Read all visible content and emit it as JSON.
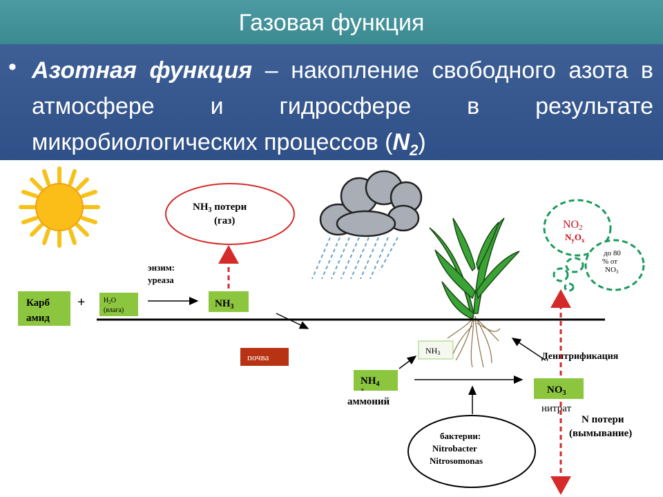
{
  "slide": {
    "title": "Газовая функция",
    "term": "Азотная функция",
    "definition": "– накопление свободного азота в атмосфере и гидросфере в результате микробиологических процессов (",
    "formula_main": "N",
    "formula_sub": "2",
    "formula_close": ")"
  },
  "diagram": {
    "karbamid_line1": "Карб",
    "karbamid_line2": "амид",
    "plus": "+",
    "h2o_main": "H",
    "h2o_sub": "2",
    "h2o_end": "O",
    "vlaga": "(влага)",
    "enzyme_line1": "энзим:",
    "enzyme_line2": "уреаза",
    "nh3_box": "NH",
    "nh3_box_sub": "3",
    "nh3_loss_line1_main": "NH",
    "nh3_loss_line1_sub": "3",
    "nh3_loss_line1_end": " потери",
    "nh3_loss_line2": "(газ)",
    "pochva": "почва",
    "nh4_main": "NH",
    "nh4_sub": "4",
    "nh4_plus": "+",
    "ammoniy": "аммоний",
    "nh3_small": "NH",
    "nh3_small_sub": "3",
    "no3_main": "NO",
    "no3_sub": "3",
    "nitrat": "нитрат",
    "denitr": "Денитрификация",
    "n_loss_line1": "N потери",
    "n_loss_line2": "(вымывание)",
    "bacteria_line1": "бактерии:",
    "bacteria_line2": "Nitrobacter",
    "bacteria_line3": "Nitrosomonas",
    "no2_main": "NO",
    "no2_sub": "2",
    "nyox_n": "N",
    "nyox_y": "y",
    "nyox_o": "O",
    "nyox_x": "x",
    "do80_line1": "до 80",
    "do80_line2": "% от",
    "do80_line3_main": "NO",
    "do80_line3_sub": "3"
  },
  "colors": {
    "title_bg": "#4596a0",
    "desc_bg": "#34558c",
    "green_box": "#8cc63f",
    "red_arrow": "#d42a2a",
    "teal_dash": "#1a9a5a",
    "pochva_bg": "#b83214"
  }
}
